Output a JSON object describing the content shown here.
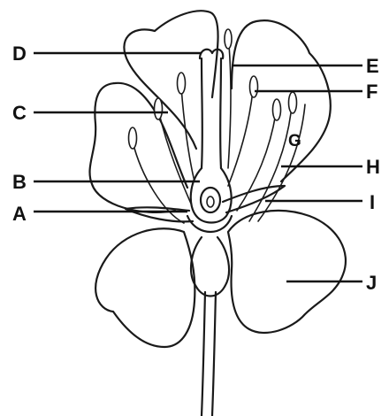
{
  "diagram": {
    "labels": {
      "A": "A",
      "B": "B",
      "C": "C",
      "D": "D",
      "E": "E",
      "F": "F",
      "G": "G",
      "H": "H",
      "I": "I",
      "J": "J"
    }
  }
}
